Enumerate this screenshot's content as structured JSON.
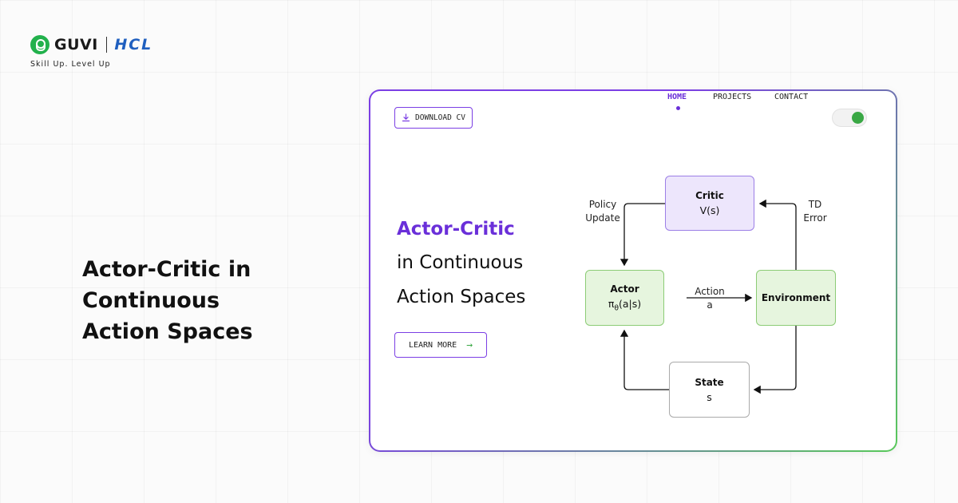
{
  "brand": {
    "guvi": "GUVI",
    "hcl": "HCL",
    "tagline": "Skill Up. Level Up"
  },
  "left_title": {
    "lines": [
      "Actor-Critic in",
      "Continuous",
      "Action Spaces"
    ]
  },
  "card": {
    "download_label": "DOWNLOAD CV",
    "nav": {
      "home": "HOME",
      "projects": "PROJECTS",
      "contact": "CONTACT"
    },
    "toggle_on": true,
    "hero": {
      "accent": "Actor-Critic",
      "line1": "in Continuous",
      "line2": "Action Spaces"
    },
    "learn_more_label": "LEARN MORE",
    "diagram": {
      "critic": {
        "title": "Critic",
        "sub": "V(s)"
      },
      "actor": {
        "title": "Actor",
        "sub": "πθ(a|s)"
      },
      "environment": {
        "title": "Environment"
      },
      "state": {
        "title": "State",
        "sub": "s"
      },
      "policy_update": [
        "Policy",
        "Update"
      ],
      "td_error": [
        "TD",
        "Error"
      ],
      "action": [
        "Action",
        "a"
      ]
    }
  },
  "colors": {
    "purple": "#6a2fd9",
    "green": "#3aa845",
    "hcl_blue": "#1f5fbf"
  },
  "icons": [
    "download-icon",
    "arrow-right-icon",
    "guvi-logo-icon"
  ]
}
